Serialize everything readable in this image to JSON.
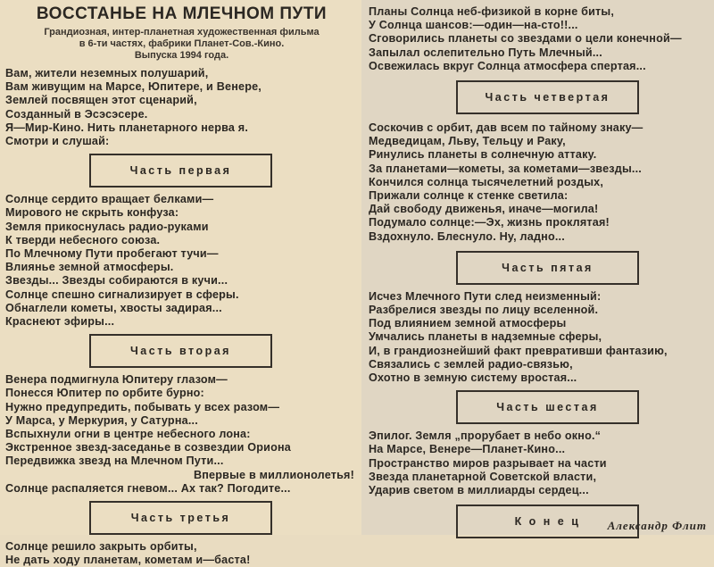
{
  "header": {
    "title": "ВОССТАНЬЕ НА МЛЕЧНОМ ПУТИ",
    "subtitle_lines": [
      "Грандиозная, интер-планетная художественная фильма",
      "в 6-ти частях, фабрики Планет-Сов.-Кино.",
      "Выпуска 1994 года."
    ]
  },
  "intro": [
    "Вам, жители неземных полушарий,",
    "Вам живущим на Марсе, Юпитере, и Венере,",
    "Землей посвящен этот сценарий,",
    "Созданный в Эсэсэсере.",
    "Я—Мир-Кино. Нить планетарного нерва я.",
    "Смотри и слушай:"
  ],
  "parts": [
    {
      "label": "Часть первая",
      "lines": [
        "Солнце сердито вращает белками—",
        "Мирового не скрыть конфуза:",
        "Земля прикоснулась радио-руками",
        "К тверди небесного союза.",
        "По Млечному Пути пробегают тучи—",
        "Влиянье земной атмосферы.",
        "Звезды... Звезды собираются в кучи...",
        "Солнце спешно сигнализирует в сферы.",
        "Обнаглели кометы, хвосты задирая...",
        "Краснеют эфиры..."
      ]
    },
    {
      "label": "Часть вторая",
      "lines": [
        "Венера подмигнула Юпитеру глазом—",
        "Понесся Юпитер по орбите бурно:",
        "Нужно предупредить, побывать у всех разом—",
        "У Марса, у Меркурия, у Сатурна...",
        "Вспыхнули огни в центре небесного лона:",
        "Экстренное звезд-заседанье в созвездии Ориона",
        "Передвижка звезд на Млечном Пути..."
      ],
      "right_line": "Впервые в миллионолетья!",
      "after_lines": [
        "Солнце распаляется гневом... Ах так? Погодите..."
      ]
    },
    {
      "label": "Часть третья",
      "lines": [
        "Солнце решило закрыть орбиты,",
        "Не дать ходу планетам, кометам и—баста!",
        "Планы Солнца неб-физикой в корне биты,",
        "У Солнца шансов:—один—на-сто!!...",
        "Сговорились планеты со звездами о цели конечной—",
        "Запылал ослепительно Путь Млечный...",
        "Освежилась вкруг Солнца атмосфера спертая..."
      ]
    },
    {
      "label": "Часть четвертая",
      "lines": [
        "Соскочив с орбит, дав всем по тайному знаку—",
        "Медведицам, Льву, Тельцу и Раку,",
        "Ринулись планеты в солнечную аттаку.",
        "За планетами—кометы, за кометами—звезды...",
        "Кончился солнца тысячелетний роздых,",
        "Прижали солнце к стенке светила:",
        "Дай свободу движенья, иначе—могила!",
        "Подумало солнце:—Эх, жизнь проклятая!",
        "Вздохнуло. Блеснуло. Ну, ладно..."
      ]
    },
    {
      "label": "Часть пятая",
      "lines": [
        "Исчез Млечного Пути след неизменный:",
        "Разбрелися звезды по лицу вселенной.",
        "Под влиянием земной атмосферы",
        "Умчались планеты в надземные сферы,",
        "И, в грандиознейший факт превративши фантазию,",
        "Связались с землей радио-связью,",
        "Охотно в земную систему вростая..."
      ]
    },
    {
      "label": "Часть шестая",
      "lines": [
        "Эпилог. Земля „прорубает в небо окно.“",
        "На Марсе, Венере—Планет-Кино...",
        "Пространство миров разрывает на части",
        "Звезда планетарной Советской власти,",
        "Ударив светом в миллиарды сердец..."
      ]
    }
  ],
  "ending": {
    "label": "К о н е ц"
  },
  "signature": "Александр Флит"
}
